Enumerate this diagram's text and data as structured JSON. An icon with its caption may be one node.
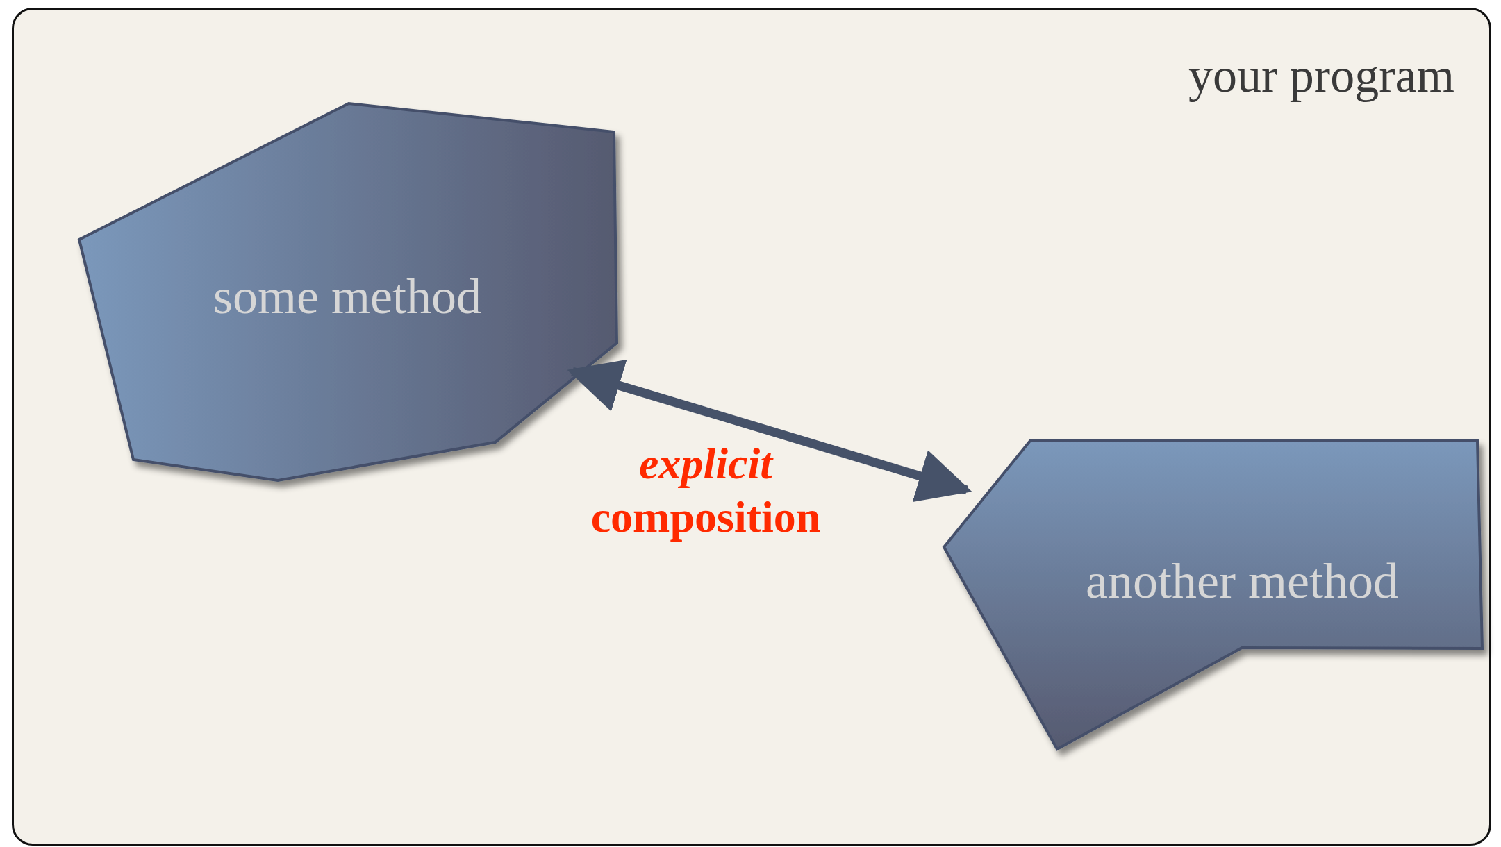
{
  "diagram": {
    "nodes": [
      {
        "text": [
          "your program"
        ]
      },
      {
        "text": [
          "some method"
        ],
        "in": 0
      },
      {
        "text": [
          "another method"
        ],
        "in": 0
      }
    ],
    "edges": [
      {
        "from": 1,
        "to": 2,
        "arrow": "both",
        "label": "*explicit* **composition**"
      }
    ]
  }
}
